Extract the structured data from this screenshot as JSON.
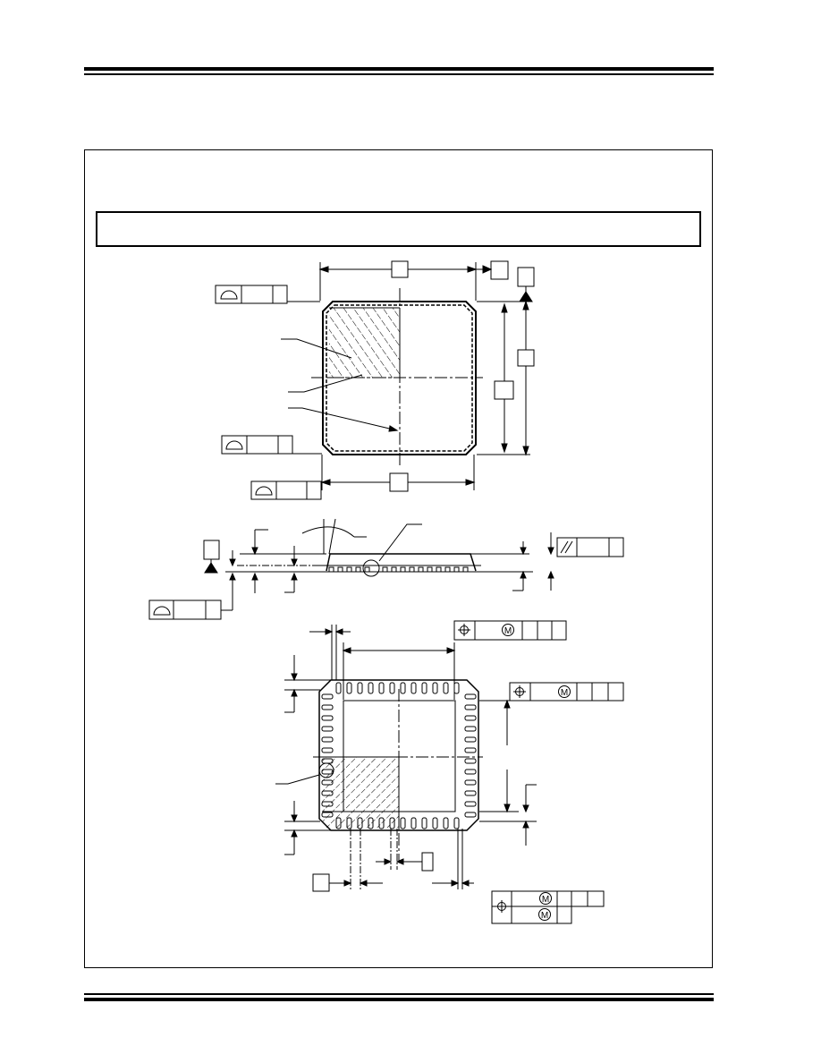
{
  "page": {
    "line_color": "#000000",
    "background": "#ffffff"
  },
  "symbols": {
    "profile_of_surface": "profile-icon",
    "true_position": "true-position-icon",
    "parallelism": "parallelism-icon",
    "datum_triangle": "datum-triangle-icon",
    "mmc_modifier": "M"
  },
  "fcf_mmc": {
    "m1": "M",
    "m2": "M",
    "m3": "M",
    "m4": "M"
  }
}
